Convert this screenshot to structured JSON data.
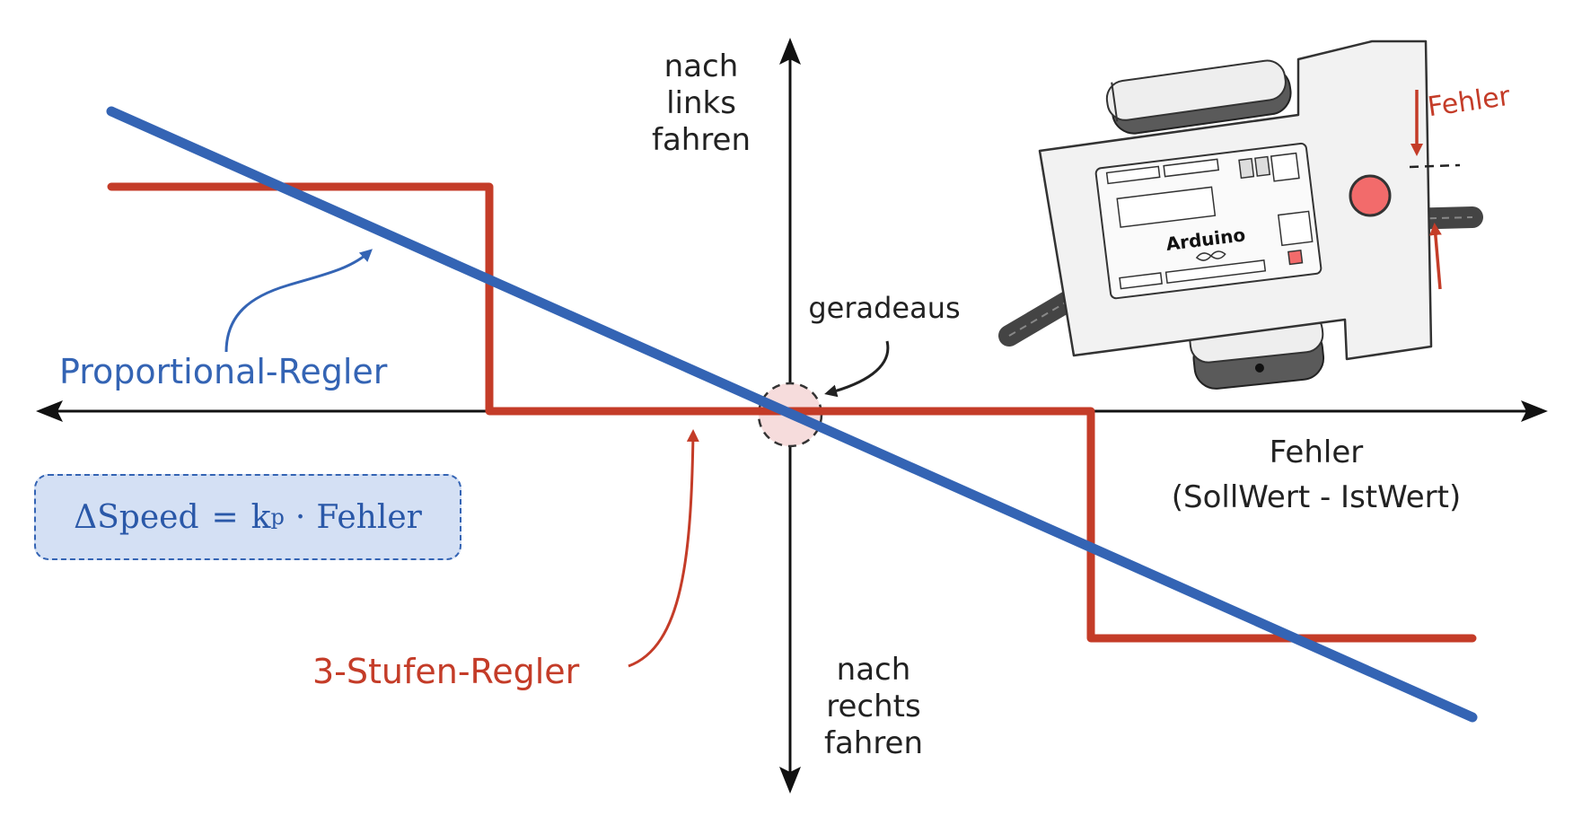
{
  "labels": {
    "up": "nach\nlinks\nfahren",
    "down": "nach\nrechts\nfahren",
    "x_title": "Fehler",
    "x_subtitle": "(SollWert - IstWert)",
    "origin": "geradeaus",
    "proportional": "Proportional-Regler",
    "three_step": "3-Stufen-Regler",
    "robot_error": "Fehler",
    "arduino": "Arduino"
  },
  "formula": {
    "lhs": "ΔSpeed",
    "eq": "=",
    "k": "k",
    "k_sub": "p",
    "dot": "·",
    "rhs": "Fehler"
  },
  "colors": {
    "proportional": "#3464b4",
    "three_step": "#c43c28",
    "axis": "#111111",
    "formula_bg": "#d4e0f4",
    "origin_fill": "#f6dcdc",
    "sensor": "#f26b6b"
  }
}
